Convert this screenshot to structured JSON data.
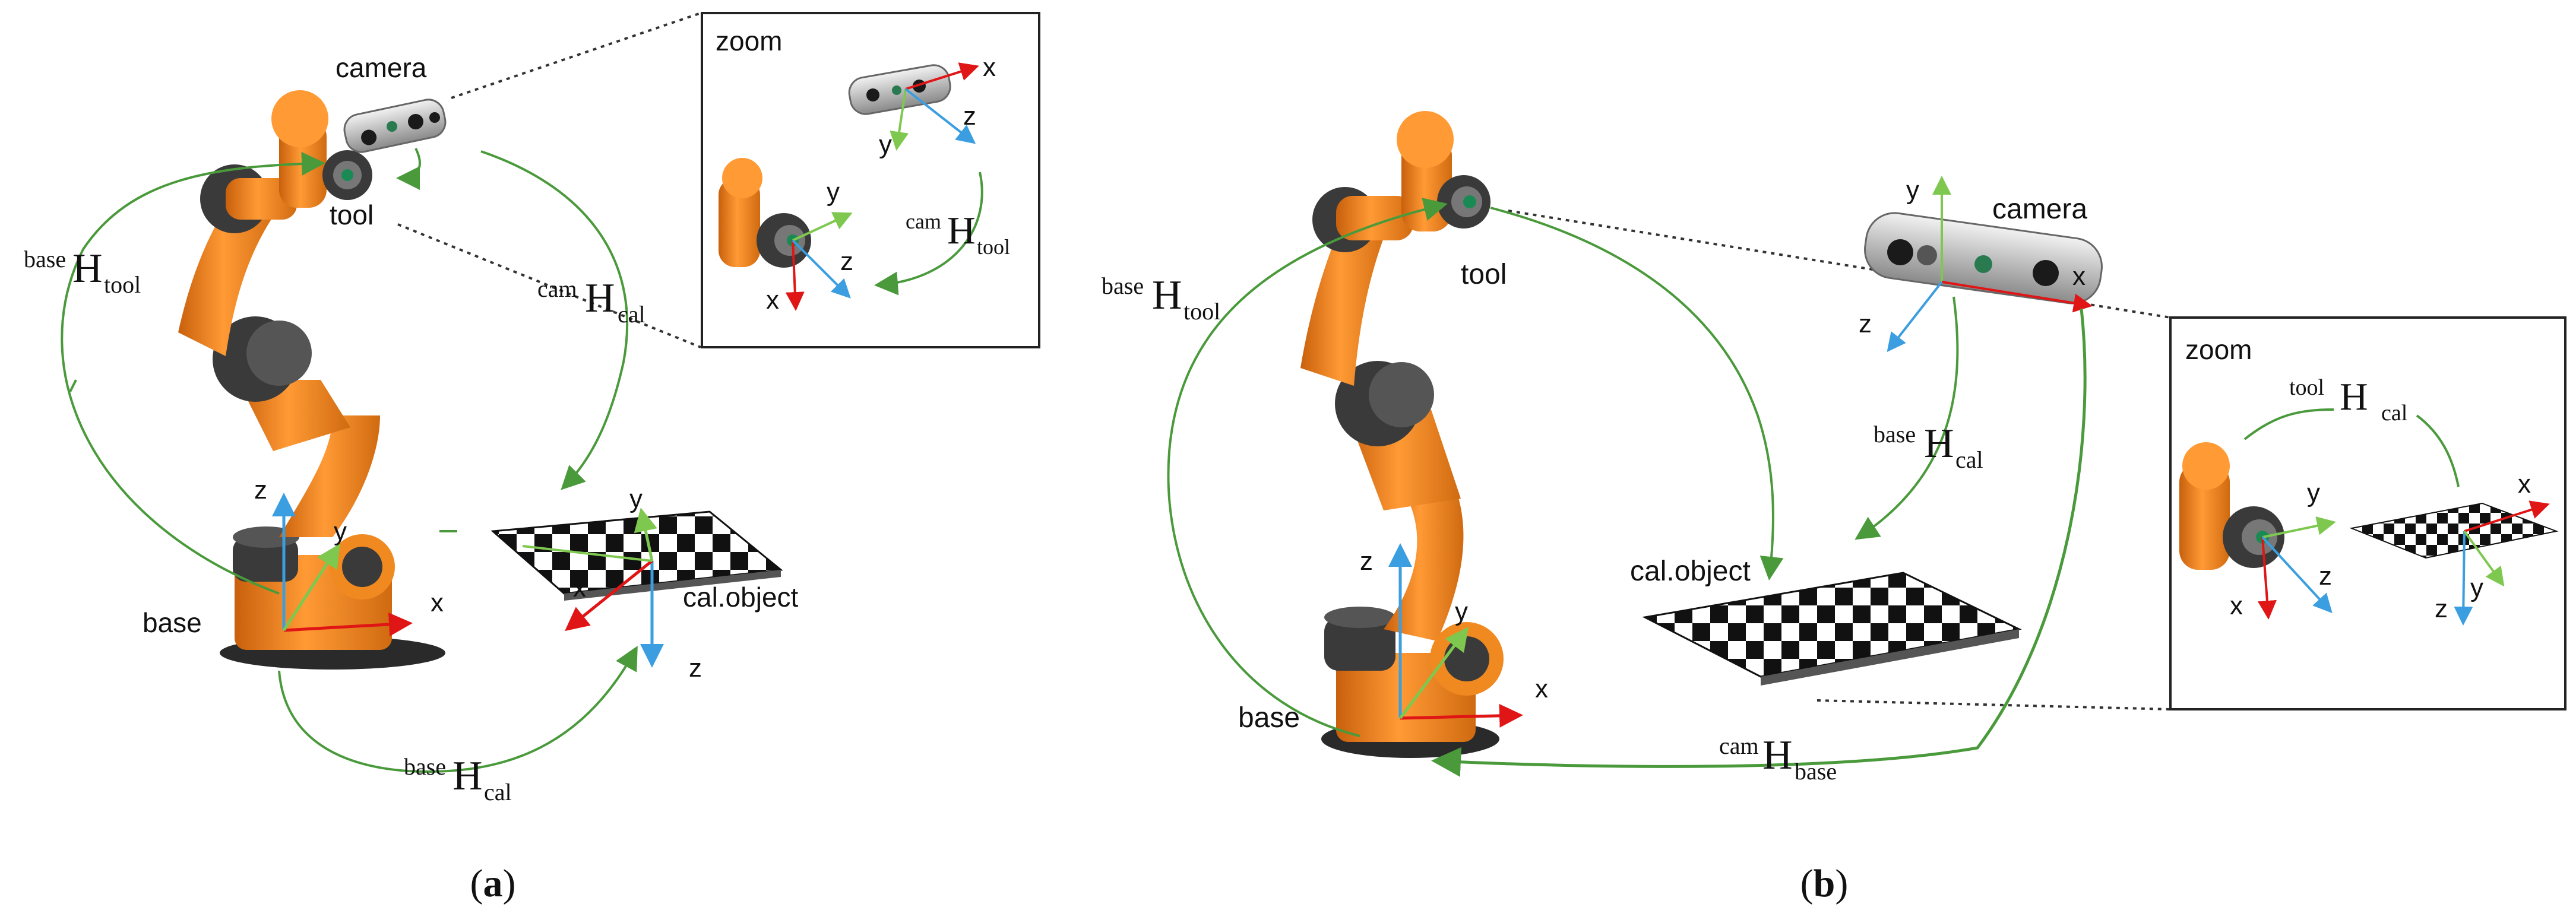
{
  "colors": {
    "robot_orange": "#f0841e",
    "robot_dark": "#3a3a3a",
    "arrow_green": "#4a9a3c",
    "axis_red": "#e01515",
    "axis_blue": "#3a9ee0",
    "axis_green": "#7ec850",
    "leader_line": "#333333"
  },
  "panel_a": {
    "caption": "a",
    "camera_label": "camera",
    "tool_label": "tool",
    "base_label": "base",
    "object_label": "cal.object",
    "zoom_label": "zoom",
    "axes": {
      "x": "x",
      "y": "y",
      "z": "z"
    },
    "transforms": {
      "base_tool": {
        "sup": "base",
        "main": "H",
        "sub": "tool"
      },
      "cam_cal": {
        "sup": "cam",
        "main": "H",
        "sub": "cal"
      },
      "base_cal": {
        "sup": "base",
        "main": "H",
        "sub": "cal"
      },
      "cam_tool": {
        "sup": "cam",
        "main": "H",
        "sub": "tool"
      }
    }
  },
  "panel_b": {
    "caption": "b",
    "camera_label": "camera",
    "tool_label": "tool",
    "base_label": "base",
    "object_label": "cal.object",
    "zoom_label": "zoom",
    "axes": {
      "x": "x",
      "y": "y",
      "z": "z"
    },
    "transforms": {
      "base_tool": {
        "sup": "base",
        "main": "H",
        "sub": "tool"
      },
      "base_cal": {
        "sup": "base",
        "main": "H",
        "sub": "cal"
      },
      "cam_base": {
        "sup": "cam",
        "main": "H",
        "sub": "base"
      },
      "tool_cal": {
        "sup": "tool",
        "main": "H",
        "sub": "cal"
      }
    }
  }
}
